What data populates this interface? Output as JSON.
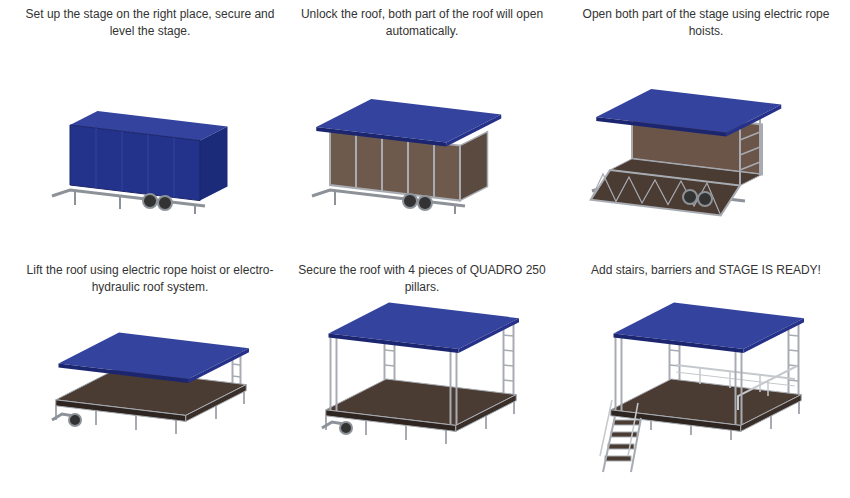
{
  "diagram": {
    "labels": [
      "Set up the stage on the right place, secure and level the stage.",
      "Unlock the roof, both part of the roof will open automatically.",
      "Open both part of the stage using electric rope hoists.",
      "Lift the roof using electric rope hoist or electro-hydraulic roof system.",
      "Secure the roof with 4 pieces of QUADRO 250 pillars.",
      "Add stairs, barriers and STAGE IS READY!"
    ]
  }
}
